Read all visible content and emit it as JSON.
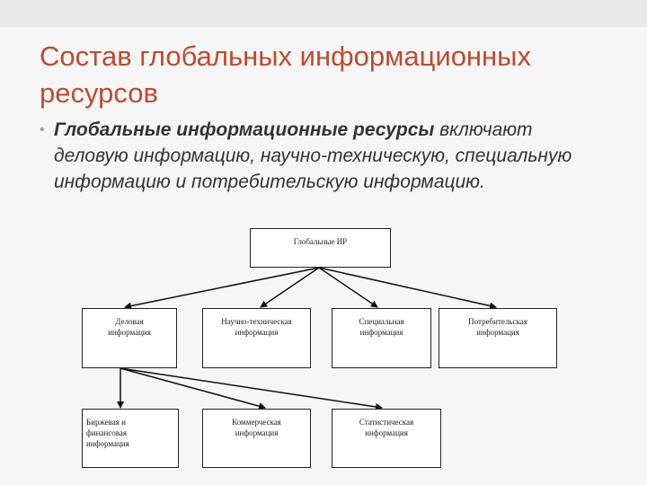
{
  "slide": {
    "title": "Состав глобальных информационных ресурсов",
    "bullet_lead": "Глобальные информационные ресурсы",
    "bullet_rest": " включают деловую информацию, научно-техническую, специальную информацию и потребительскую информацию."
  },
  "diagram": {
    "root": "Глобальные ИР",
    "level1": [
      "Деловая информация",
      "Научно-техническая информация",
      "Специальная информация",
      "Потребительская информация"
    ],
    "level2": [
      "Биржевая и финансовая информация",
      "Коммерческая информация",
      "Статистическая информация"
    ]
  }
}
